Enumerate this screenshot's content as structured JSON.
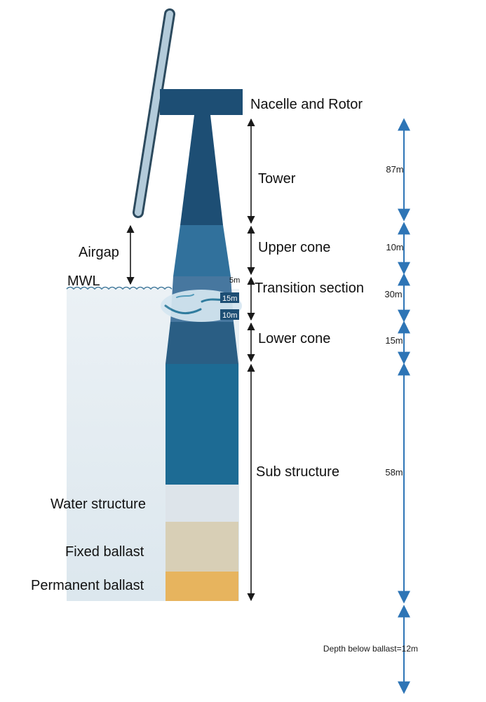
{
  "diagram": {
    "component_labels": {
      "nacelle_rotor": "Nacelle and Rotor",
      "tower": "Tower",
      "upper_cone": "Upper cone",
      "transition_section": "Transition section",
      "lower_cone": "Lower cone",
      "sub_structure": "Sub structure",
      "water_structure": "Water structure",
      "fixed_ballast": "Fixed ballast",
      "permanent_ballast": "Permanent ballast",
      "airgap": "Airgap",
      "mwl": "MWL"
    },
    "dimensions": {
      "tower_height": "87m",
      "upper_cone_height": "10m",
      "transition_height": "30m",
      "lower_cone_height": "15m",
      "sub_structure_height": "58m",
      "depth_below_ballast": "Depth below ballast=12m",
      "transition_upper": "5m",
      "transition_middle": "15m",
      "transition_lower": "10m"
    },
    "colors": {
      "tower_dark": "#1d4e74",
      "upper_cone": "#31719c",
      "transition": "#47779f",
      "lower_cone": "#2a5e84",
      "sub_structure": "#1d6b94",
      "water_structure_band": "#dde4ea",
      "fixed_ballast_band": "#d8cfb6",
      "permanent_ballast_band": "#e7b45e",
      "water": "#e2ebf1",
      "dimension_arrow_blue": "#2e75b6"
    }
  }
}
